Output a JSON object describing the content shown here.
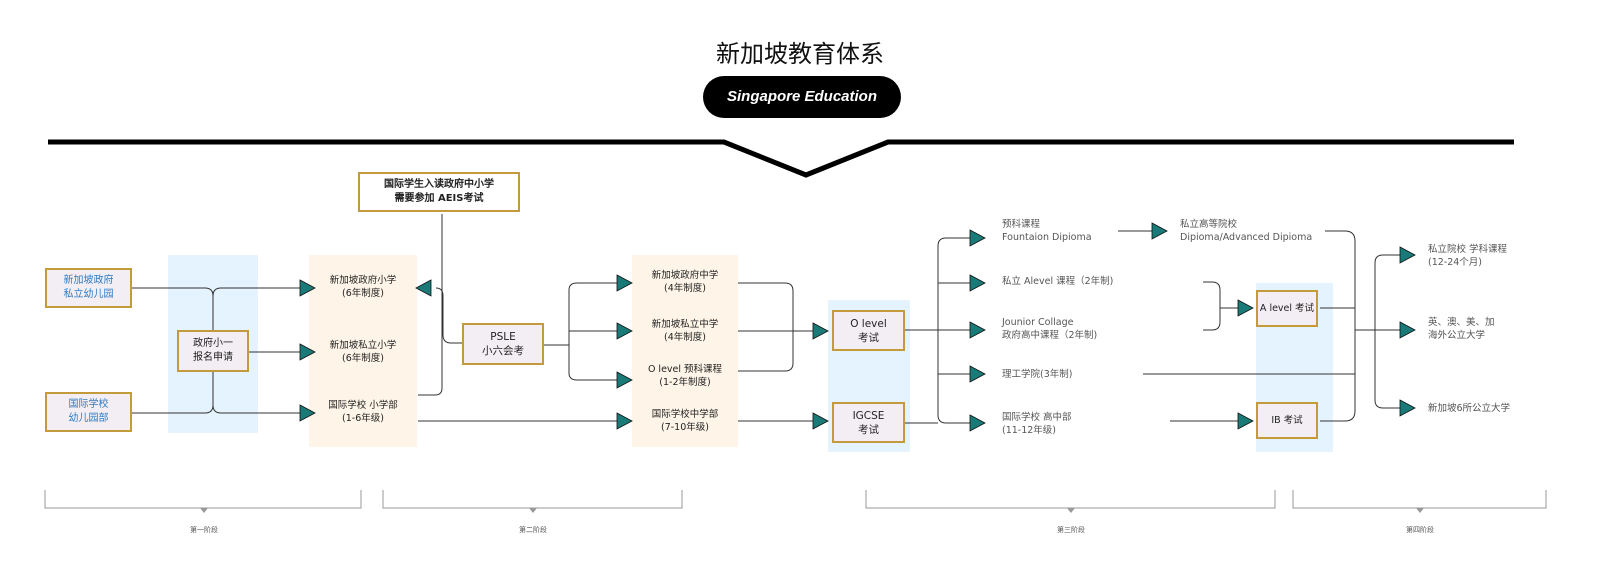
{
  "header": {
    "title": "新加坡教育体系",
    "subtitle": "Singapore Education"
  },
  "nodes": {
    "kindergarten_gov": "新加坡政府\n私立幼儿园",
    "kindergarten_intl": "国际学校\n幼儿园部",
    "primary_application": "政府小一\n报名申请",
    "aeis_note": "国际学生入读政府中小学\n需要参加 AEIS考试",
    "gov_primary": "新加坡政府小学\n(6年制度)",
    "private_primary": "新加坡私立小学\n(6年制度)",
    "intl_primary": "国际学校 小学部\n(1-6年级)",
    "psle": "PSLE\n小六会考",
    "gov_secondary": "新加坡政府中学\n(4年制度)",
    "private_secondary": "新加坡私立中学\n(4年制度)",
    "olevel_prep": "O level 预科课程\n(1-2年制度)",
    "intl_secondary": "国际学校中学部\n(7-10年级)",
    "olevel_exam": "O level\n考试",
    "igcse_exam": "IGCSE\n考试",
    "foundation": "预科课程\nFountaion Dipioma",
    "private_alevel": "私立 Alevel 课程（2年制)",
    "junior_college": "Jounior Collage\n政府高中课程（2年制)",
    "polytechnic": "理工学院(3年制)",
    "intl_high": "国际学校 高中部\n(11-12年级)",
    "private_higher": "私立高等院校\nDipioma/Advanced Dipioma",
    "alevel_exam": "A level 考试",
    "ib_exam": "IB 考试",
    "private_degree": "私立院校 学科课程\n(12-24个月)",
    "overseas_univ": "英、澳、美、加\n海外公立大学",
    "sg_univ": "新加坡6所公立大学"
  },
  "stages": [
    "第一阶段",
    "第二阶段",
    "第三阶段",
    "第四阶段"
  ],
  "colors": {
    "arrow_fill": "#1a7a78",
    "box_border": "#c39a3c",
    "light_blue": "#e4f3fd",
    "cream": "#fef5e8",
    "kindergarten_text": "#2d7bc4"
  }
}
